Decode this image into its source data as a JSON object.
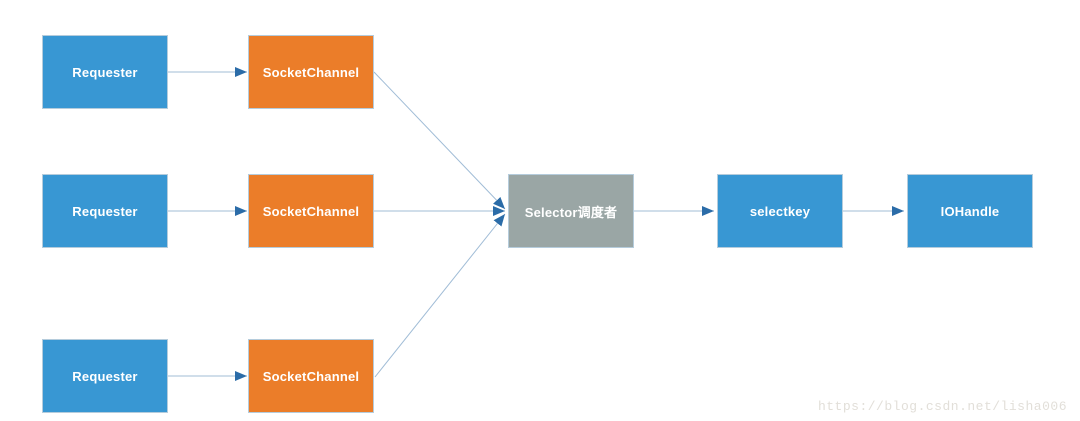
{
  "colors": {
    "node_blue": "#3897d3",
    "node_orange": "#eb7d29",
    "node_gray": "#9aa6a5",
    "node_text": "#ffffff",
    "edge_line": "#a0bcd6",
    "edge_arrow": "#2b6ca8",
    "watermark": "#e2dfd9"
  },
  "nodes": [
    {
      "id": "requester-1",
      "label": "Requester",
      "color_key": "node_blue"
    },
    {
      "id": "socketchannel-1",
      "label": "SocketChannel",
      "color_key": "node_orange"
    },
    {
      "id": "requester-2",
      "label": "Requester",
      "color_key": "node_blue"
    },
    {
      "id": "socketchannel-2",
      "label": "SocketChannel",
      "color_key": "node_orange"
    },
    {
      "id": "requester-3",
      "label": "Requester",
      "color_key": "node_blue"
    },
    {
      "id": "socketchannel-3",
      "label": "SocketChannel",
      "color_key": "node_orange"
    },
    {
      "id": "selector",
      "label": "Selector调度者",
      "color_key": "node_gray"
    },
    {
      "id": "selectkey",
      "label": "selectkey",
      "color_key": "node_blue"
    },
    {
      "id": "iohandle",
      "label": "IOHandle",
      "color_key": "node_blue"
    }
  ],
  "edges": [
    {
      "from": "requester-1",
      "to": "socketchannel-1"
    },
    {
      "from": "requester-2",
      "to": "socketchannel-2"
    },
    {
      "from": "requester-3",
      "to": "socketchannel-3"
    },
    {
      "from": "socketchannel-1",
      "to": "selector"
    },
    {
      "from": "socketchannel-2",
      "to": "selector"
    },
    {
      "from": "socketchannel-3",
      "to": "selector"
    },
    {
      "from": "selector",
      "to": "selectkey"
    },
    {
      "from": "selectkey",
      "to": "iohandle"
    }
  ],
  "watermark": {
    "text": "https://blog.csdn.net/lisha006"
  }
}
